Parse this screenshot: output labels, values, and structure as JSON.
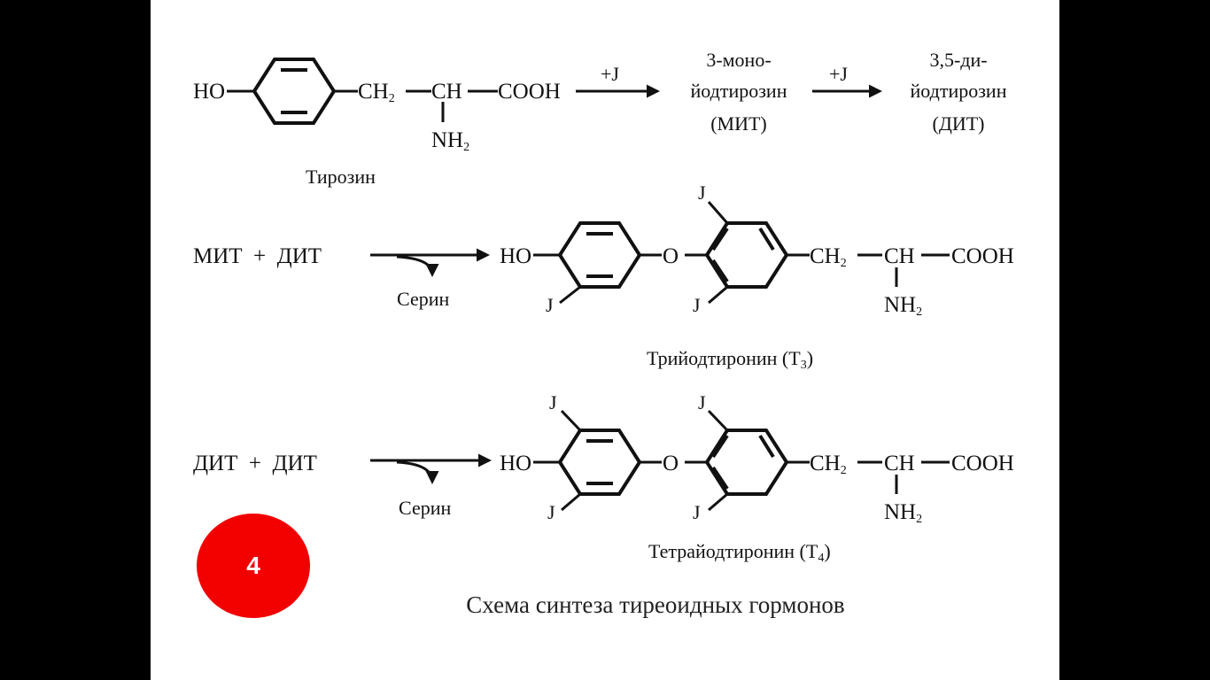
{
  "row1": {
    "ho": "HO",
    "ch2": "CH",
    "ch": "CH",
    "cooh": "COOH",
    "nh2": "NH",
    "plus_i_1": "+J",
    "mit_line1": "3-моно-",
    "mit_line2": "йодтирозин",
    "mit_line3": "(МИТ)",
    "plus_i_2": "+J",
    "dit_line1": "3,5-ди-",
    "dit_line2": "йодтирозин",
    "dit_line3": "(ДИТ)",
    "tyrosine": "Тирозин"
  },
  "row2": {
    "left": "МИТ  +  ДИТ",
    "serine": "Серин",
    "ho": "HO",
    "o": "O",
    "i_top": "J",
    "i_bottom_left": "J",
    "i_bottom_right": "J",
    "ch2": "CH",
    "ch": "CH",
    "cooh": "COOH",
    "nh2": "NH",
    "product": "Трийодтиронин (T",
    "product_sub": "3",
    "product_close": ")"
  },
  "row3": {
    "left": "ДИТ  +  ДИТ",
    "serine": "Серин",
    "ho": "HO",
    "o": "O",
    "i_tl": "J",
    "i_bl": "J",
    "i_tr": "J",
    "i_br": "J",
    "ch2": "CH",
    "ch": "CH",
    "cooh": "COOH",
    "nh2": "NH",
    "product": "Тетрайодтиронин (T",
    "product_sub": "4",
    "product_close": ")"
  },
  "sub_2": "2",
  "badge": "4",
  "caption": "Схема синтеза тиреоидных гормонов",
  "colors": {
    "badge": "#f20000",
    "background": "#000000",
    "slide": "#ffffff"
  }
}
